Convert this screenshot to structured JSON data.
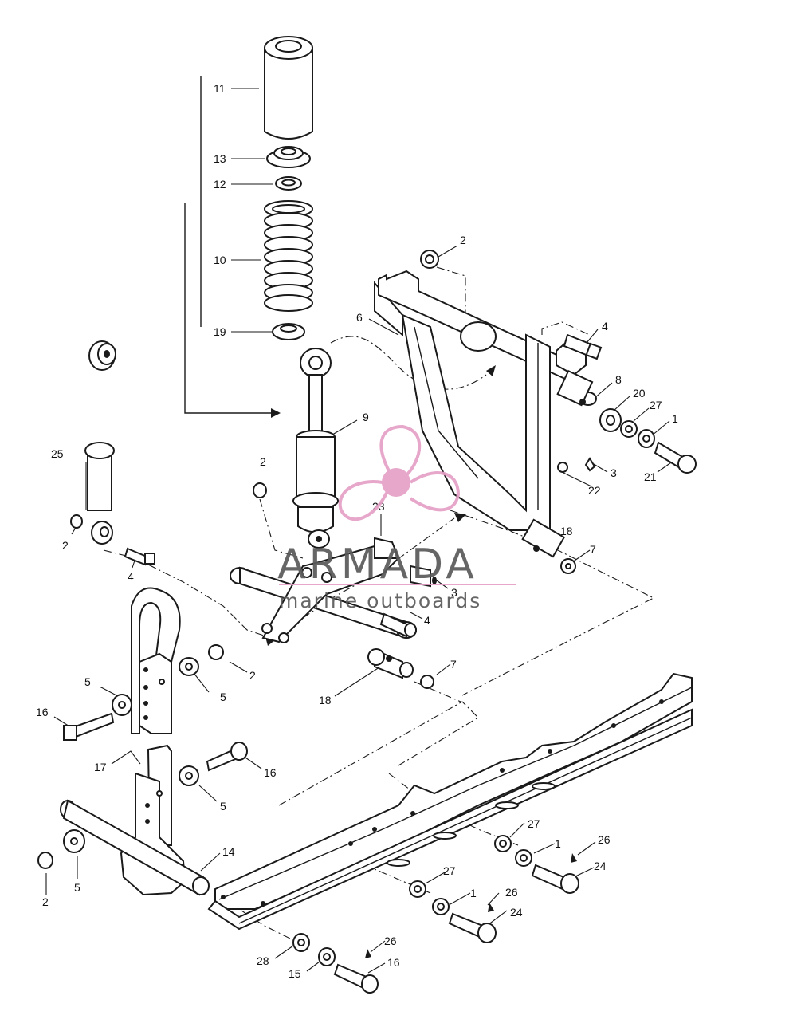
{
  "watermark": {
    "brand": "ARMADA",
    "tagline": "marine outboards",
    "brand_color": "#5a5a5a",
    "accent_color": "#e4a0c6"
  },
  "callouts": [
    {
      "id": "c11a",
      "label": "11"
    },
    {
      "id": "c13a",
      "label": "13"
    },
    {
      "id": "c12a",
      "label": "12"
    },
    {
      "id": "c10a",
      "label": "10"
    },
    {
      "id": "c19a",
      "label": "19"
    },
    {
      "id": "c2a",
      "label": "2"
    },
    {
      "id": "c6a",
      "label": "6"
    },
    {
      "id": "c4a",
      "label": "4"
    },
    {
      "id": "c8a",
      "label": "8"
    },
    {
      "id": "c20a",
      "label": "20"
    },
    {
      "id": "c27a",
      "label": "27"
    },
    {
      "id": "c1a",
      "label": "1"
    },
    {
      "id": "c21a",
      "label": "21"
    },
    {
      "id": "c9a",
      "label": "9"
    },
    {
      "id": "c3a",
      "label": "3"
    },
    {
      "id": "c22a",
      "label": "22"
    },
    {
      "id": "c25a",
      "label": "25"
    },
    {
      "id": "c2b",
      "label": "2"
    },
    {
      "id": "c23a",
      "label": "23"
    },
    {
      "id": "c18a",
      "label": "18"
    },
    {
      "id": "c7a",
      "label": "7"
    },
    {
      "id": "c2c",
      "label": "2"
    },
    {
      "id": "c4b",
      "label": "4"
    },
    {
      "id": "c3b",
      "label": "3"
    },
    {
      "id": "c4c",
      "label": "4"
    },
    {
      "id": "c2d",
      "label": "2"
    },
    {
      "id": "c5a",
      "label": "5"
    },
    {
      "id": "c5b",
      "label": "5"
    },
    {
      "id": "c7b",
      "label": "7"
    },
    {
      "id": "c18b",
      "label": "18"
    },
    {
      "id": "c16a",
      "label": "16"
    },
    {
      "id": "c17a",
      "label": "17"
    },
    {
      "id": "c16b",
      "label": "16"
    },
    {
      "id": "c5c",
      "label": "5"
    },
    {
      "id": "c27b",
      "label": "27"
    },
    {
      "id": "c1b",
      "label": "1"
    },
    {
      "id": "c26a",
      "label": "26"
    },
    {
      "id": "c24a",
      "label": "24"
    },
    {
      "id": "c14a",
      "label": "14"
    },
    {
      "id": "c2e",
      "label": "2"
    },
    {
      "id": "c5d",
      "label": "5"
    },
    {
      "id": "c27c",
      "label": "27"
    },
    {
      "id": "c1c",
      "label": "1"
    },
    {
      "id": "c26b",
      "label": "26"
    },
    {
      "id": "c24b",
      "label": "24"
    },
    {
      "id": "c26c",
      "label": "26"
    },
    {
      "id": "c28a",
      "label": "28"
    },
    {
      "id": "c15a",
      "label": "15"
    },
    {
      "id": "c16c",
      "label": "16"
    }
  ]
}
